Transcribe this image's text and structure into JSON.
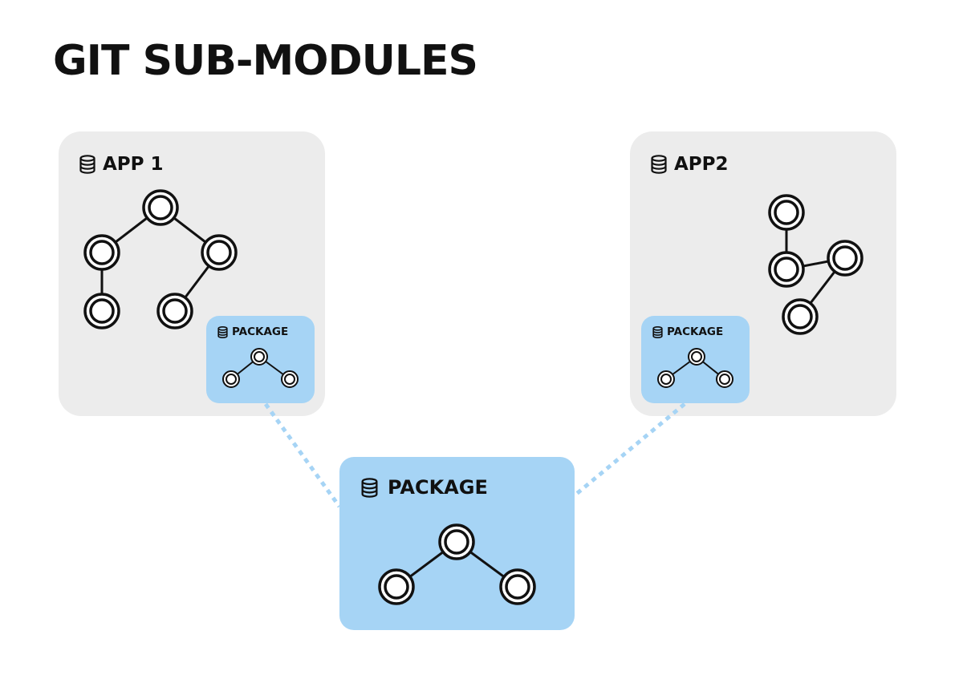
{
  "title": "GIT SUB-MODULES",
  "repos": {
    "app1": {
      "label": "APP 1",
      "icon": "database-icon"
    },
    "app2": {
      "label": "APP2",
      "icon": "database-icon"
    },
    "package_in_app1": {
      "label": "PACKAGE",
      "icon": "database-icon"
    },
    "package_in_app2": {
      "label": "PACKAGE",
      "icon": "database-icon"
    },
    "package": {
      "label": "PACKAGE",
      "icon": "database-icon"
    }
  },
  "links": [
    {
      "from": "package_in_app1",
      "to": "package",
      "style": "dotted"
    },
    {
      "from": "package_in_app2",
      "to": "package",
      "style": "dotted"
    }
  ],
  "colors": {
    "panel": "#ececec",
    "package": "#a6d4f5",
    "link": "#a6d4f5",
    "stroke": "#111111"
  }
}
